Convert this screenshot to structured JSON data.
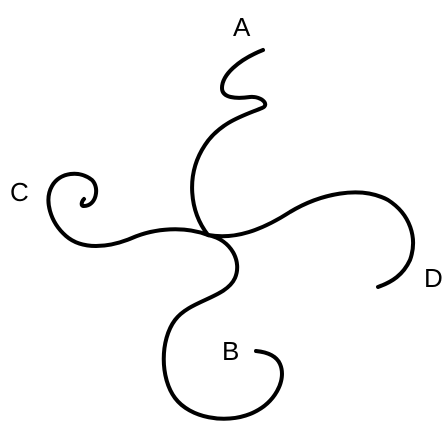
{
  "diagram": {
    "labels": {
      "a": "A",
      "b": "B",
      "c": "C",
      "d": "D"
    },
    "stroke_color": "#000000",
    "background_color": "#ffffff"
  }
}
